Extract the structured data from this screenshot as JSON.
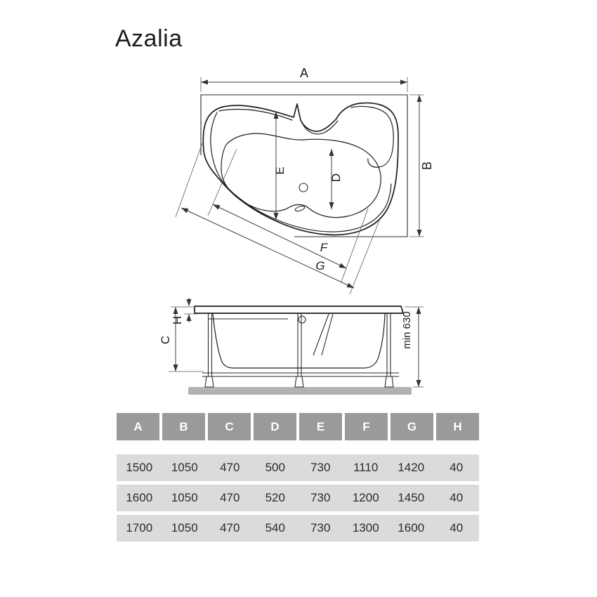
{
  "title": "Azalia",
  "drawing": {
    "labels": {
      "A": "A",
      "B": "B",
      "C": "C",
      "D": "D",
      "E": "E",
      "F": "F",
      "G": "G",
      "H": "H",
      "min_height": "min 630"
    }
  },
  "table": {
    "headers": [
      "A",
      "B",
      "C",
      "D",
      "E",
      "F",
      "G",
      "H"
    ],
    "rows": [
      [
        "1500",
        "1050",
        "470",
        "500",
        "730",
        "1110",
        "1420",
        "40"
      ],
      [
        "1600",
        "1050",
        "470",
        "520",
        "730",
        "1200",
        "1450",
        "40"
      ],
      [
        "1700",
        "1050",
        "470",
        "540",
        "730",
        "1300",
        "1600",
        "40"
      ]
    ]
  },
  "colors": {
    "line": "#1d1d1d",
    "dimension_line": "#3f3f3f",
    "table_header_bg": "#9a9a9a",
    "table_header_text": "#ffffff",
    "table_row_bg": "#dbdbdb",
    "ground": "#b2b2b2"
  }
}
